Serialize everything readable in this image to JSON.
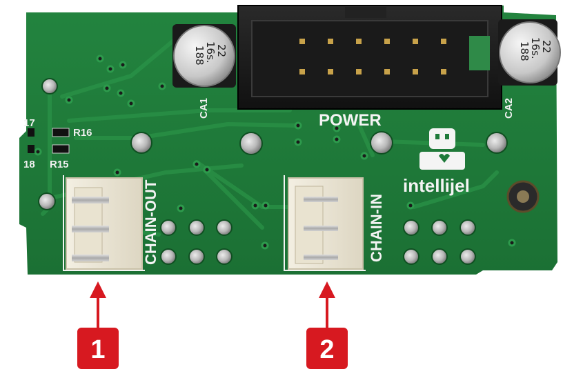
{
  "board": {
    "labels": {
      "power": "POWER",
      "chain_out": "CHAIN-OUT",
      "chain_in": "CHAIN-IN",
      "brand": "intellijel",
      "r16": "R16",
      "r15": "R15",
      "r17_partial": "17",
      "r18_partial": "18",
      "ca1": "CA1",
      "ca2": "CA2"
    },
    "capacitors": [
      {
        "line1": "22",
        "line2": "16s.",
        "line3": "188"
      },
      {
        "line1": "22",
        "line2": "16s.",
        "line3": "188"
      }
    ],
    "colors": {
      "pcb": "#1e7a3a",
      "pcb_dark": "#155e2b",
      "silkscreen": "#f4f4f4",
      "callout": "#d71920"
    }
  },
  "callouts": [
    {
      "number": "1",
      "target": "CHAIN-OUT"
    },
    {
      "number": "2",
      "target": "CHAIN-IN"
    }
  ]
}
